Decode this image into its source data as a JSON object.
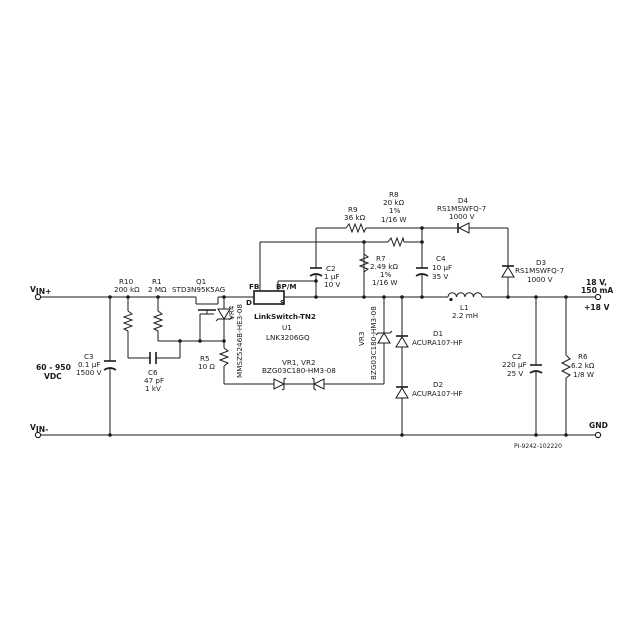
{
  "nets": {
    "vin_plus_pre": "V",
    "vin_plus_sub": "IN+",
    "vin_minus_pre": "V",
    "vin_minus_sub": "IN-",
    "output_v": "18 V,",
    "output_i": "150 mA",
    "output_net": "+18 V",
    "gnd": "GND"
  },
  "input_range": {
    "line1": "60 - 950",
    "line2": "VDC"
  },
  "components": {
    "r10": {
      "ref": "R10",
      "value": "200 kΩ"
    },
    "r1": {
      "ref": "R1",
      "value": "2 MΩ"
    },
    "q1": {
      "ref": "Q1",
      "part": "STD3N95K5AG"
    },
    "c3": {
      "ref": "C3",
      "value": "0.1 µF",
      "rating": "1500 V"
    },
    "c6": {
      "ref": "C6",
      "value": "47 pF",
      "rating": "1 kV"
    },
    "vr4": {
      "ref": "VR4",
      "part": "MMSZ5246B-HE3-08"
    },
    "r5": {
      "ref": "R5",
      "value": "10 Ω"
    },
    "u1": {
      "ref": "U1",
      "family": "LinkSwitch-TN2",
      "part": "LNK3206GQ",
      "pin_fb": "FB",
      "pin_bpm": "BP/M",
      "pin_d": "D",
      "pin_s": "S"
    },
    "vr12": {
      "ref": "VR1, VR2",
      "part": "BZG03C180-HM3-08"
    },
    "c2a": {
      "ref": "C2",
      "value": "1 µF",
      "rating": "10 V"
    },
    "r9": {
      "ref": "R9",
      "value": "36 kΩ"
    },
    "r8": {
      "ref": "R8",
      "value": "20 kΩ",
      "tol": "1%",
      "power": "1/16 W"
    },
    "r7": {
      "ref": "R7",
      "value": "2.49 kΩ",
      "tol": "1%",
      "power": "1/16 W"
    },
    "vr3": {
      "ref": "VR3",
      "part": "BZG03C180-HM3-08"
    },
    "c4": {
      "ref": "C4",
      "value": "10 µF",
      "rating": "35 V"
    },
    "d4": {
      "ref": "D4",
      "part": "RS1MSWFQ-7",
      "rating": "1000 V"
    },
    "d3": {
      "ref": "D3",
      "part": "RS1MSWFQ-7",
      "rating": "1000 V"
    },
    "l1": {
      "ref": "L1",
      "value": "2.2 mH"
    },
    "d1": {
      "ref": "D1",
      "part": "ACURA107-HF"
    },
    "d2": {
      "ref": "D2",
      "part": "ACURA107-HF"
    },
    "c2b": {
      "ref": "C2",
      "value": "220 µF",
      "rating": "25 V"
    },
    "r6": {
      "ref": "R6",
      "value": "6.2 kΩ",
      "rating": "1/8 W"
    }
  },
  "drawing_id": "PI-9242-102220"
}
